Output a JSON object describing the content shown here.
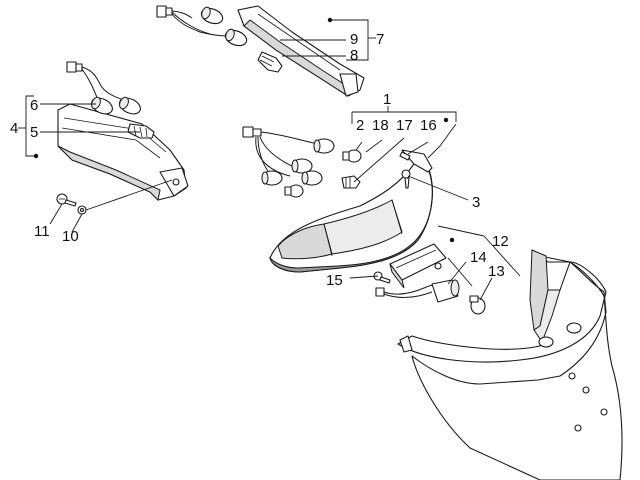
{
  "diagram": {
    "labels": {
      "c1": "1",
      "c2": "2",
      "c3": "3",
      "c4": "4",
      "c5": "5",
      "c6": "6",
      "c7": "7",
      "c8": "8",
      "c9": "9",
      "c10": "10",
      "c11": "11",
      "c12": "12",
      "c13": "13",
      "c14": "14",
      "c15": "15",
      "c16": "16",
      "c17": "17",
      "c18": "18"
    },
    "parts": [
      "tail-light-cluster",
      "left-turn-signal",
      "right-turn-signal",
      "license-plate-light",
      "rear-mudguard",
      "wiring-harness",
      "bulb",
      "bulb-holder",
      "screw",
      "washer"
    ]
  }
}
